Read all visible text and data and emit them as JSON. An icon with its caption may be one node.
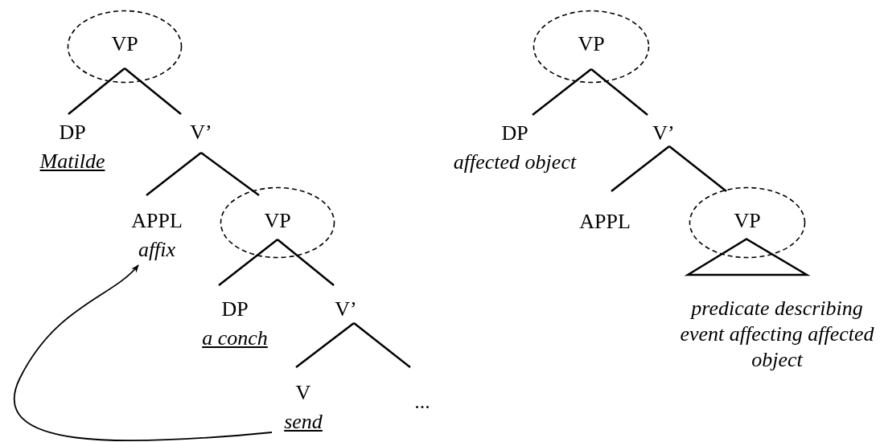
{
  "diagram": {
    "nodes": [
      {
        "text": [
          "VP"
        ]
      },
      {
        "text": [
          "DP",
          "Matilde"
        ]
      },
      {
        "text": [
          "V’"
        ]
      },
      {
        "text": [
          "APPL",
          "affix"
        ]
      },
      {
        "text": [
          "VP"
        ]
      },
      {
        "text": [
          "DP",
          "a conch"
        ]
      },
      {
        "text": [
          "V’"
        ]
      },
      {
        "text": [
          "V",
          "send"
        ]
      },
      {
        "text": [
          "..."
        ]
      },
      {
        "text": [
          "VP"
        ]
      },
      {
        "text": [
          "DP",
          "affected object"
        ]
      },
      {
        "text": [
          "V’"
        ]
      },
      {
        "text": [
          "APPL"
        ]
      },
      {
        "text": [
          "VP"
        ]
      },
      {
        "text": [
          "predicate describing event affecting affected object"
        ]
      }
    ],
    "edges": [
      {
        "from": 0,
        "to": 1,
        "arrow": "none"
      },
      {
        "from": 0,
        "to": 2,
        "arrow": "none"
      },
      {
        "from": 2,
        "to": 3,
        "arrow": "none"
      },
      {
        "from": 2,
        "to": 4,
        "arrow": "none"
      },
      {
        "from": 4,
        "to": 5,
        "arrow": "none"
      },
      {
        "from": 4,
        "to": 6,
        "arrow": "none"
      },
      {
        "from": 6,
        "to": 7,
        "arrow": "none"
      },
      {
        "from": 6,
        "to": 8,
        "arrow": "none"
      },
      {
        "from": 9,
        "to": 10,
        "arrow": "none"
      },
      {
        "from": 9,
        "to": 11,
        "arrow": "none"
      },
      {
        "from": 11,
        "to": 12,
        "arrow": "none"
      },
      {
        "from": 11,
        "to": 13,
        "arrow": "none"
      },
      {
        "from": 7,
        "to": 3,
        "arrow": "to"
      }
    ]
  }
}
